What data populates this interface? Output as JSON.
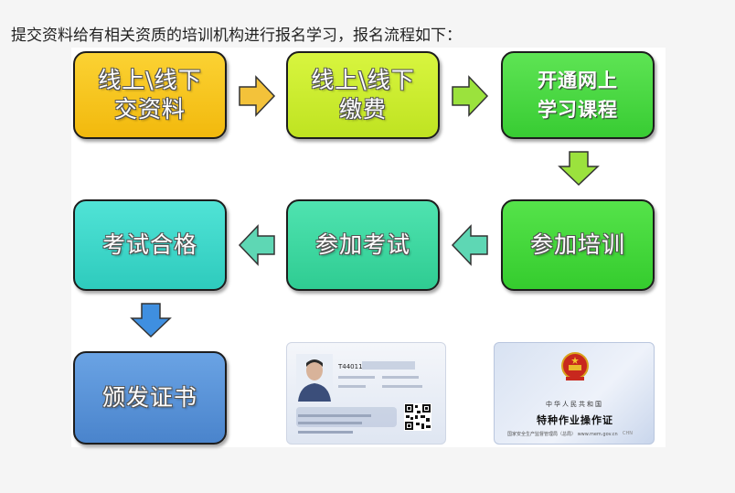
{
  "intro_text": "提交资料给有相关资质的培训机构进行报名学习，报名流程如下：",
  "steps": [
    {
      "label": "线上\\线下\n交资料",
      "color": "#f7c21e"
    },
    {
      "label": "线上\\线下\n缴费",
      "color": "#cdef32"
    },
    {
      "label": "开通网上\n学习课程",
      "color": "#4fd84a"
    },
    {
      "label": "参加培训",
      "color": "#43dc3a"
    },
    {
      "label": "参加考试",
      "color": "#3fd9a3"
    },
    {
      "label": "考试合格",
      "color": "#3ed8cc"
    },
    {
      "label": "颁发证书",
      "color": "#5a93d8"
    }
  ],
  "arrow_colors": {
    "yellow": "#f3c23a",
    "green": "#9be23d",
    "teal": "#5ed7b4",
    "blue": "#3f8fe0"
  },
  "id_card": {
    "number": "T44011",
    "icons": [
      "person-photo-icon",
      "qr-code-icon"
    ]
  },
  "permit_card": {
    "country_name": "中华人民共和国",
    "title": "特种作业操作证",
    "footer": "国家安全生产监督管理局（总局） www.mem.gov.cn",
    "watermark": "CHN"
  }
}
